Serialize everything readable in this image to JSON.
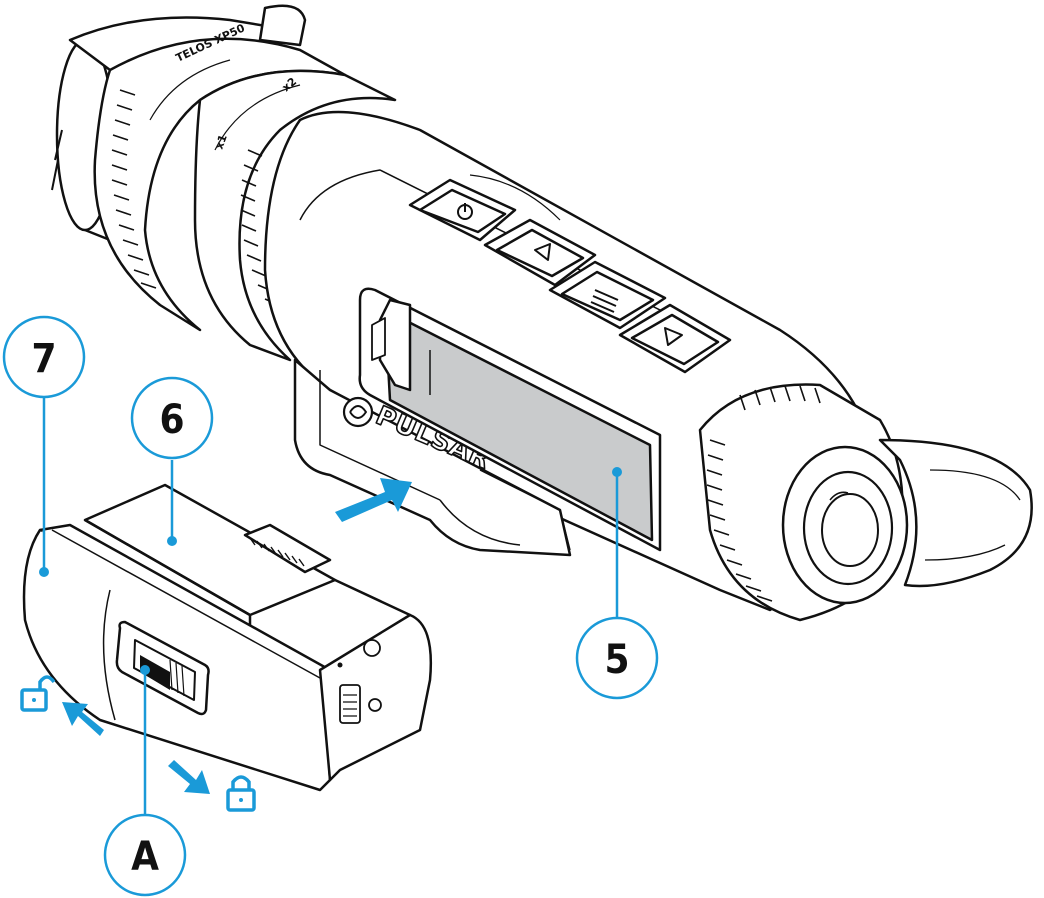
{
  "diagram": {
    "brand": "PULSAR",
    "zoom_ring": {
      "mark_1": "x1",
      "mark_2": "x2",
      "model_text": "TELOS XP50"
    },
    "callouts": [
      {
        "id": "7",
        "label": "7"
      },
      {
        "id": "6",
        "label": "6"
      },
      {
        "id": "5",
        "label": "5"
      },
      {
        "id": "A",
        "label": "A"
      }
    ],
    "colors": {
      "accent": "#1a9ad8",
      "outline": "#111111",
      "body": "#ffffff",
      "battery_compartment": "#c9cbcc",
      "shading": "#e6e6e6"
    },
    "icons": [
      "unlock-icon",
      "lock-icon",
      "insert-arrow-icon",
      "unlock-arrow-icon",
      "lock-arrow-icon"
    ]
  }
}
